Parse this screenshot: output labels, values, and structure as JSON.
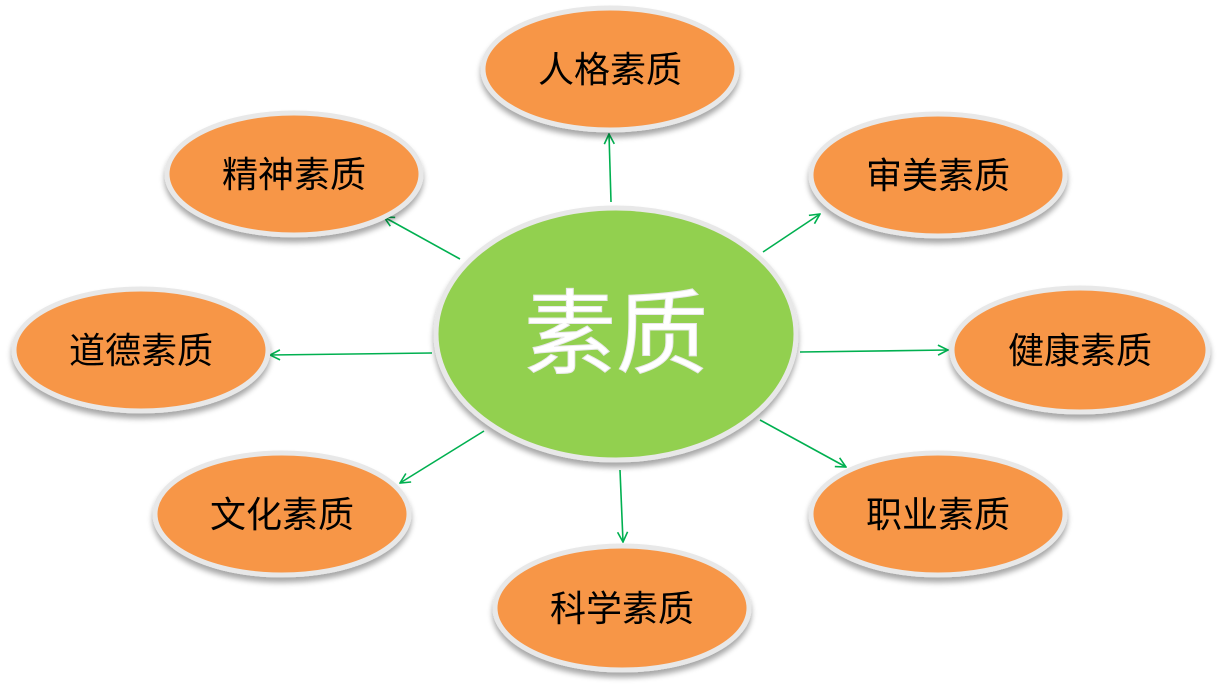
{
  "diagram": {
    "center": {
      "label": "素质",
      "color": "#92D050"
    },
    "node_color": "#F79646",
    "node_border_color": "#E8E8E8",
    "arrow_color": "#00B050",
    "nodes": [
      {
        "id": "renge",
        "label": "人格素质"
      },
      {
        "id": "shenmei",
        "label": "审美素质"
      },
      {
        "id": "jiankang",
        "label": "健康素质"
      },
      {
        "id": "zhiye",
        "label": "职业素质"
      },
      {
        "id": "kexue",
        "label": "科学素质"
      },
      {
        "id": "wenhua",
        "label": "文化素质"
      },
      {
        "id": "daode",
        "label": "道德素质"
      },
      {
        "id": "jingshen",
        "label": "精神素质"
      }
    ]
  }
}
